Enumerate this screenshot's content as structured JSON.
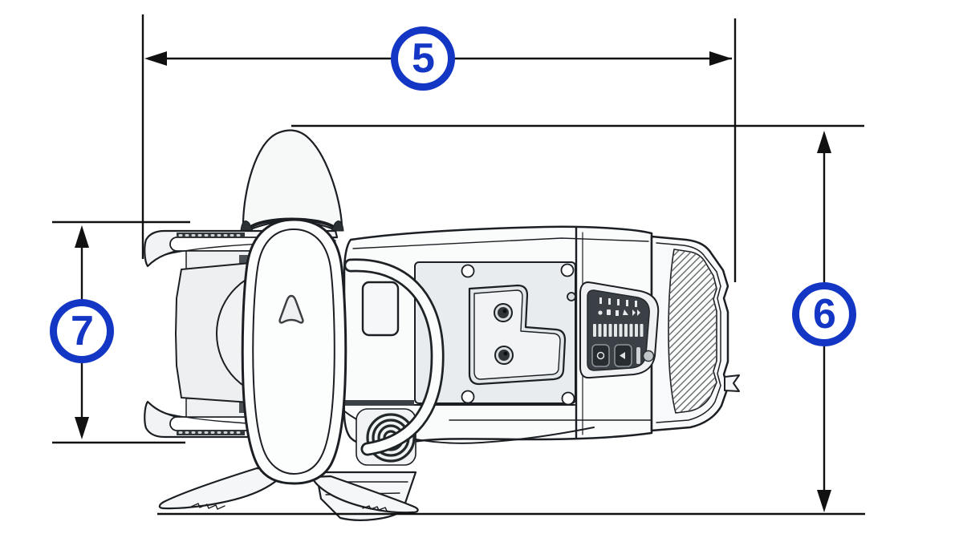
{
  "diagram": {
    "type": "dimension-diagram",
    "subject": "trolling-motor-top-view",
    "callouts": [
      {
        "id": "5",
        "label": "5",
        "orientation": "horizontal"
      },
      {
        "id": "6",
        "label": "6",
        "orientation": "vertical"
      },
      {
        "id": "7",
        "label": "7",
        "orientation": "vertical"
      }
    ],
    "colors": {
      "callout_blue": "#1336c4",
      "line_black": "#111111",
      "background": "#ffffff"
    }
  }
}
